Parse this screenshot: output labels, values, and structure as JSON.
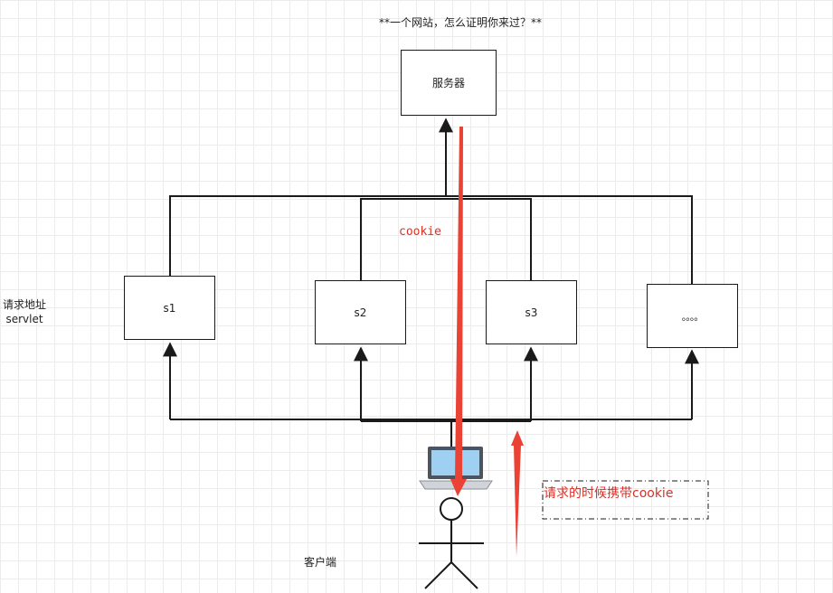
{
  "title": "**一个网站，怎么证明你来过？**",
  "server": {
    "label": "服务器"
  },
  "servlets": [
    {
      "label": "s1"
    },
    {
      "label": "s2"
    },
    {
      "label": "s3"
    },
    {
      "label": "。。。。"
    }
  ],
  "side_label": {
    "line1": "请求地址",
    "line2": "servlet"
  },
  "cookie_label": "cookie",
  "client_label": "客户端",
  "note": "请求的时候携带cookie",
  "colors": {
    "line": "#1a1a1a",
    "accent": "#ea4335",
    "note_text": "#d93025"
  }
}
